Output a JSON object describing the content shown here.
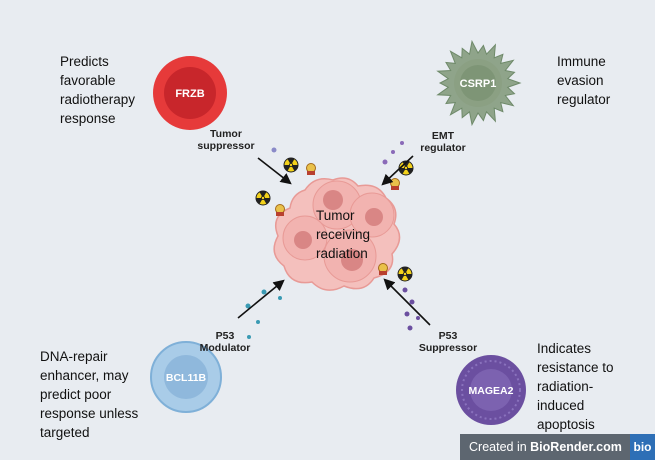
{
  "cells": {
    "frzb": "FRZB",
    "csrp1": "CSRP1",
    "bcl11b": "BCL11B",
    "magea2": "MAGEA2"
  },
  "center": "Tumor\nreceiving\nradiation",
  "labels": {
    "tumor_suppressor": "Tumor\nsuppressor",
    "emt_regulator": "EMT\nregulator",
    "p53_modulator": "P53\nModulator",
    "p53_suppressor": "P53\nSuppressor"
  },
  "descriptions": {
    "frzb": "Predicts\nfavorable\nradiotherapy\nresponse",
    "csrp1": "Immune\nevasion\nregulator",
    "bcl11b": "DNA-repair\nenhancer, may\npredict poor\nresponse unless\ntargeted",
    "magea2": "Indicates\nresistance to\nradiation-\ninduced\napoptosis"
  },
  "watermark": {
    "prefix": "Created in ",
    "brand": "BioRender.com",
    "mark": "bio"
  },
  "colors": {
    "background": "#e8ecf1",
    "frzb": "#e63a3a",
    "csrp1": "#8fa48a",
    "bcl11b": "#8fb8dc",
    "magea2": "#6b4fa0",
    "tumor": "#f2b6b3"
  }
}
